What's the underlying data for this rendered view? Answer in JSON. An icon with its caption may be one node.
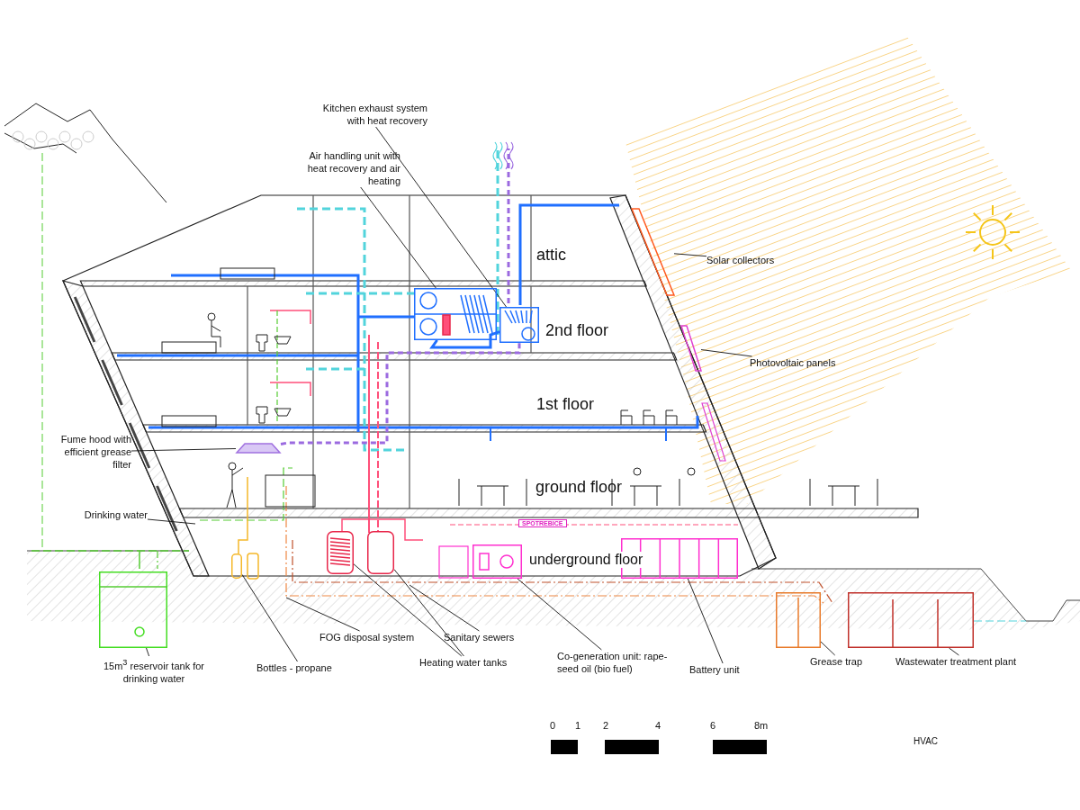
{
  "diagram": {
    "nodes": [
      {
        "text": [
          "Kitchen exhaust system with heat recovery"
        ]
      },
      {
        "text": [
          "Air handling unit with heat recovery and air heating"
        ]
      },
      {
        "text": [
          "Solar collectors"
        ]
      },
      {
        "text": [
          "Photovoltaic panels"
        ]
      },
      {
        "text": [
          "Fume hood with efficient grease filter"
        ]
      },
      {
        "text": [
          "Drinking water"
        ]
      },
      {
        "text": [
          "15m$^{3}$ reservoir tank for drinking water"
        ]
      },
      {
        "text": [
          "Bottles - propane"
        ]
      },
      {
        "text": [
          "FOG disposal system"
        ]
      },
      {
        "text": [
          "Sanitary sewers"
        ]
      },
      {
        "text": [
          "Heating water tanks"
        ]
      },
      {
        "text": [
          "Co-generation unit: rape-seed oil (bio fuel)"
        ]
      },
      {
        "text": [
          "Battery unit"
        ]
      },
      {
        "text": [
          "Grease trap"
        ]
      },
      {
        "text": [
          "Wastewater treatment plant"
        ]
      },
      {
        "text": [],
        "shape": "box"
      },
      {
        "text": [],
        "shape": "box"
      },
      {
        "text": [],
        "shape": "bar"
      },
      {
        "text": [],
        "shape": "bar"
      },
      {
        "text": [],
        "shape": "trapezoid"
      },
      {
        "text": [],
        "shape": "box"
      },
      {
        "text": [],
        "shape": "cylinder"
      },
      {
        "text": [],
        "shape": "cylinder"
      },
      {
        "text": [],
        "shape": "cylinder"
      },
      {
        "text": [],
        "shape": "box"
      },
      {
        "text": [],
        "shape": "box"
      },
      {
        "text": [],
        "shape": "box"
      },
      {
        "text": [],
        "shape": "box"
      }
    ],
    "edges": [
      {
        "from": 0,
        "to": 15,
        "arrow": "none"
      },
      {
        "from": 1,
        "to": 16,
        "arrow": "none"
      },
      {
        "from": 2,
        "to": 17,
        "arrow": "none"
      },
      {
        "from": 3,
        "to": 18,
        "arrow": "none"
      },
      {
        "from": 4,
        "to": 19,
        "arrow": "none"
      },
      {
        "from": 5,
        "to": null,
        "arrow": "none"
      },
      {
        "from": 6,
        "to": 20,
        "arrow": "none"
      },
      {
        "from": 7,
        "to": 21,
        "arrow": "none"
      },
      {
        "from": 8,
        "to": null,
        "arrow": "none"
      },
      {
        "from": 9,
        "to": null,
        "arrow": "none"
      },
      {
        "from": 10,
        "to": 22,
        "arrow": "none"
      },
      {
        "from": 10,
        "to": 23,
        "arrow": "none"
      },
      {
        "from": 11,
        "to": 24,
        "arrow": "none"
      },
      {
        "from": 12,
        "to": 25,
        "arrow": "none"
      },
      {
        "from": 13,
        "to": 26,
        "arrow": "none"
      },
      {
        "from": 14,
        "to": 27,
        "arrow": "none"
      },
      {
        "from": 16,
        "to": 15,
        "arrow": "none",
        "style": "thick",
        "color": "#1f6fff"
      },
      {
        "from": 19,
        "to": 15,
        "arrow": "none",
        "style": "dashed",
        "color": "#9b6ae0"
      }
    ],
    "labels": [
      "attic",
      "2nd floor",
      "1st floor",
      "ground floor",
      "SPOTREBICE",
      "underground floor",
      "0",
      "1",
      "2",
      "4",
      "6",
      "8m",
      "HVAC"
    ]
  }
}
